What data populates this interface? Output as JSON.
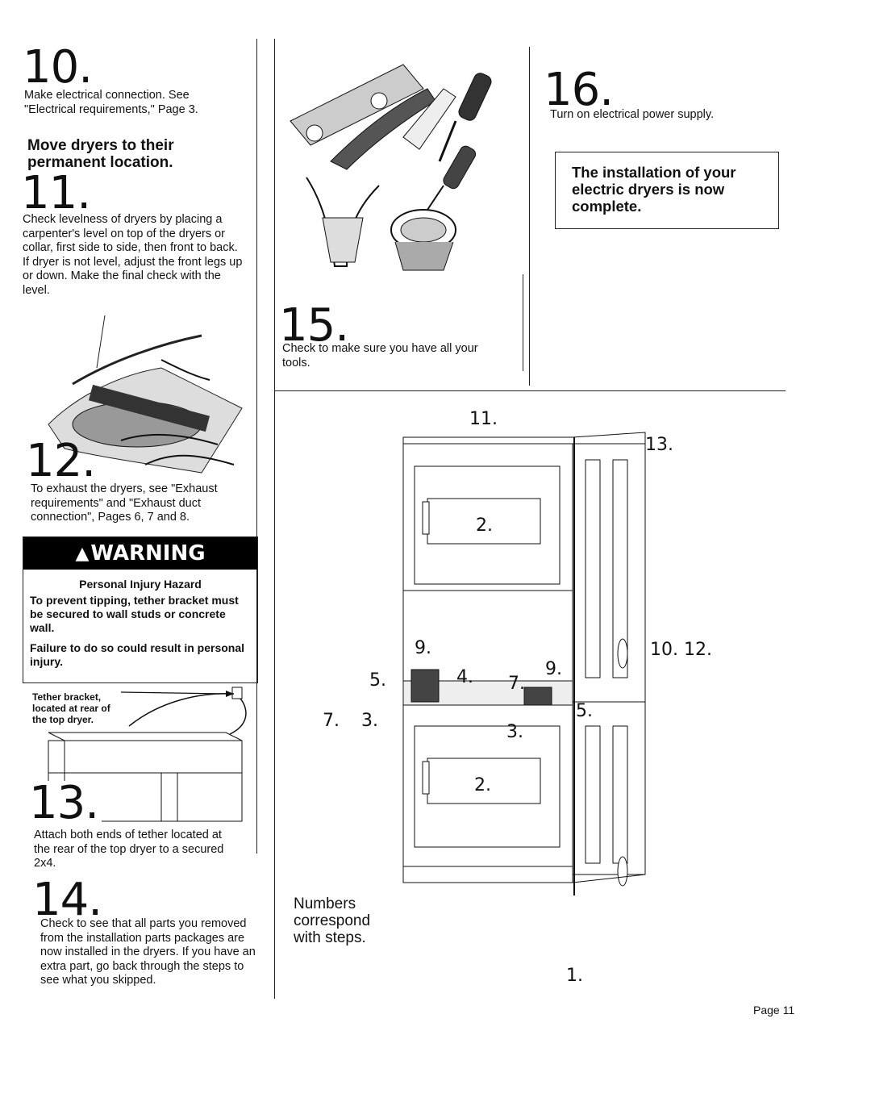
{
  "steps": {
    "s10": {
      "number": "10.",
      "text": "Make electrical connection. See \"Electrical requirements,\" Page 3."
    },
    "move_heading": "Move dryers to their permanent location.",
    "s11": {
      "number": "11.",
      "text": "Check levelness of dryers by placing a carpenter's level on top of the dryers or collar, first side to side, then front to back. If dryer is not level, adjust the front legs up or down. Make the final check with the level."
    },
    "s12": {
      "number": "12.",
      "text": "To exhaust the dryers, see \"Exhaust requirements\" and \"Exhaust duct connection\", Pages 6, 7 and 8."
    },
    "s13": {
      "number": "13.",
      "text": "Attach both ends of tether located at the rear of the top dryer to a secured 2x4."
    },
    "s14": {
      "number": "14.",
      "text": "Check to see that all parts you removed from the installation parts packages are now installed in the dryers. If you have an extra part, go back through the steps to see what you skipped."
    },
    "s15": {
      "number": "15.",
      "text": "Check to make sure you have all your tools."
    },
    "s16": {
      "number": "16.",
      "text": "Turn on electrical power supply."
    }
  },
  "warning": {
    "title": "WARNING",
    "hazard": "Personal Injury Hazard",
    "line1": "To prevent tipping, tether bracket must be secured to wall studs or concrete wall.",
    "line2": "Failure to do so could result in personal injury."
  },
  "tether_label": "Tether bracket, located at rear of the top dryer.",
  "complete_box": "The installation of your electric dryers is now complete.",
  "diagram": {
    "callouts": {
      "c11": "11.",
      "c13": "13.",
      "c2_top": "2.",
      "c10_12": "10. 12.",
      "c9_left": "9.",
      "c9_right": "9.",
      "c5_left": "5.",
      "c4": "4.",
      "c7_mid": "7.",
      "c7_left": "7.",
      "c3_left": "3.",
      "c5_right": "5.",
      "c3_mid": "3.",
      "c2_bottom": "2.",
      "c1": "1."
    },
    "note": "Numbers correspond with steps."
  },
  "page_label": "Page 11"
}
